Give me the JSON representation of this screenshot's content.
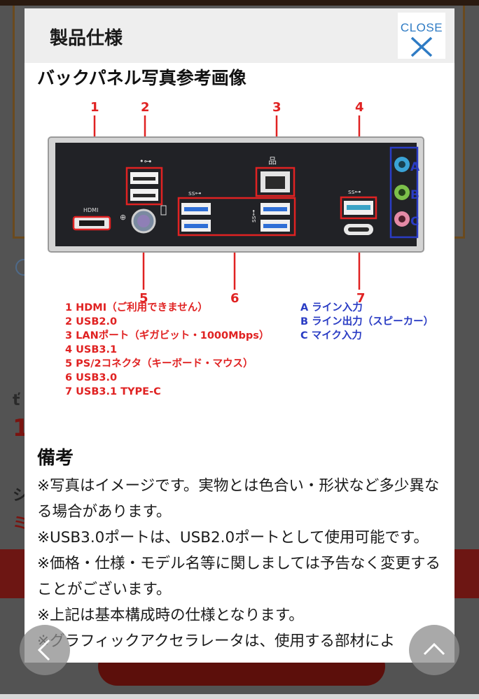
{
  "modal": {
    "title": "製品仕様",
    "close_label": "CLOSE",
    "section_title": "バックパネル写真参考画像"
  },
  "diagram": {
    "callouts": [
      "1",
      "2",
      "3",
      "4",
      "5",
      "6",
      "7"
    ],
    "audio_labels": [
      "A",
      "B",
      "C"
    ],
    "hdmi_label": "HDMI",
    "legend_red": [
      "1 HDMI（ご利用できません）",
      "2 USB2.0",
      "3 LANポート（ギガビット・1000Mbps）",
      "4 USB3.1",
      "5 PS/2コネクタ（キーボード・マウス）",
      "6 USB3.0",
      "7 USB3.1 TYPE-C"
    ],
    "legend_blue": [
      "A ライン入力",
      "B ライン出力（スピーカー）",
      "C マイク入力"
    ],
    "colors": {
      "callout_red": "#e02222",
      "audio_blue": "#2a3cc4",
      "usb3_blue": "#2f6fd6",
      "line_in": "#3aa3d6",
      "line_out": "#7cc04a",
      "mic": "#e48aa6"
    }
  },
  "notes": {
    "title": "備考",
    "lines": [
      "※写真はイメージです。実物とは色合い・形状など多少異なる場合があります。",
      "※USB3.0ポートは、USB2.0ポートとして使用可能です。",
      "※価格・仕様・モデル名等に関しましては予告なく変更することがございます。",
      "※上記は基本構成時の仕様となります。",
      "※グラフィックアクセラレータは、使用する部材によ"
    ]
  },
  "background": {
    "old_price_prefix": "ť",
    "price_prefix": "1",
    "text_1": "シ",
    "text_2": "ミ"
  },
  "nav": {
    "back_icon": "chevron-left-icon",
    "top_icon": "chevron-up-icon"
  }
}
